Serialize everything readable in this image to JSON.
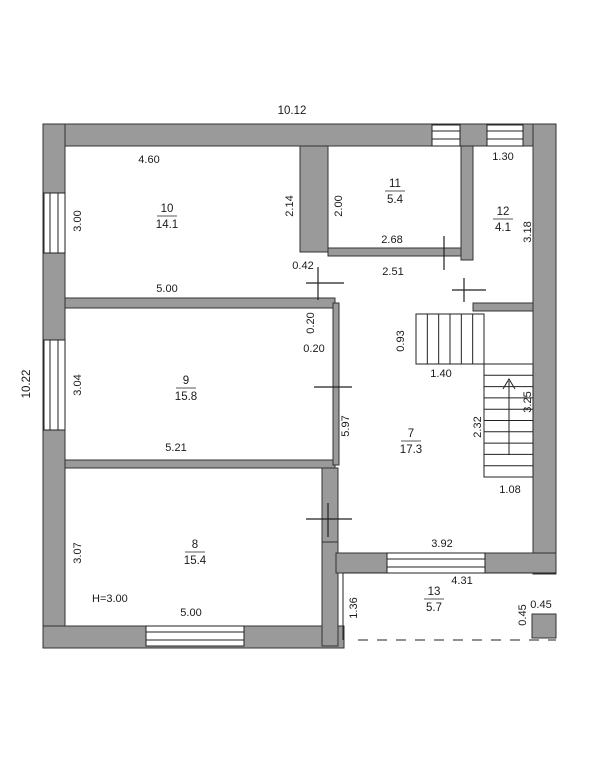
{
  "plan": {
    "overall_width": "10.12",
    "overall_height": "10.22",
    "ceiling_height": "H=3.00"
  },
  "rooms": [
    {
      "number": "10",
      "area": "14.1"
    },
    {
      "number": "11",
      "area": "5.4"
    },
    {
      "number": "12",
      "area": "4.1"
    },
    {
      "number": "9",
      "area": "15.8"
    },
    {
      "number": "7",
      "area": "17.3"
    },
    {
      "number": "8",
      "area": "15.4"
    },
    {
      "number": "13",
      "area": "5.7"
    }
  ],
  "dimensions": {
    "r10_top": "4.60",
    "r10_left": "3.00",
    "r10_right": "2.14",
    "r10_bottom": "5.00",
    "r11_left": "2.00",
    "r11_bottom": "2.68",
    "r12_top": "1.30",
    "r12_right": "3.18",
    "wall_042": "0.42",
    "hall_251": "2.51",
    "wall_020_a": "0.20",
    "wall_020_b": "0.20",
    "stair_093": "0.93",
    "stair_140": "1.40",
    "stair_325": "3.25",
    "hall_232": "2.32",
    "hall_597": "5.97",
    "r9_left": "3.04",
    "r9_bottom": "5.21",
    "hall_108": "1.08",
    "hall_392": "3.92",
    "porch_431": "4.31",
    "r8_left": "3.07",
    "r8_bottom": "5.00",
    "porch_136": "1.36",
    "porch_045_a": "0.45",
    "porch_045_b": "0.45"
  },
  "colors": {
    "wall_fill": "#9a9a9a",
    "wall_stroke": "#333333",
    "line": "#222222"
  }
}
